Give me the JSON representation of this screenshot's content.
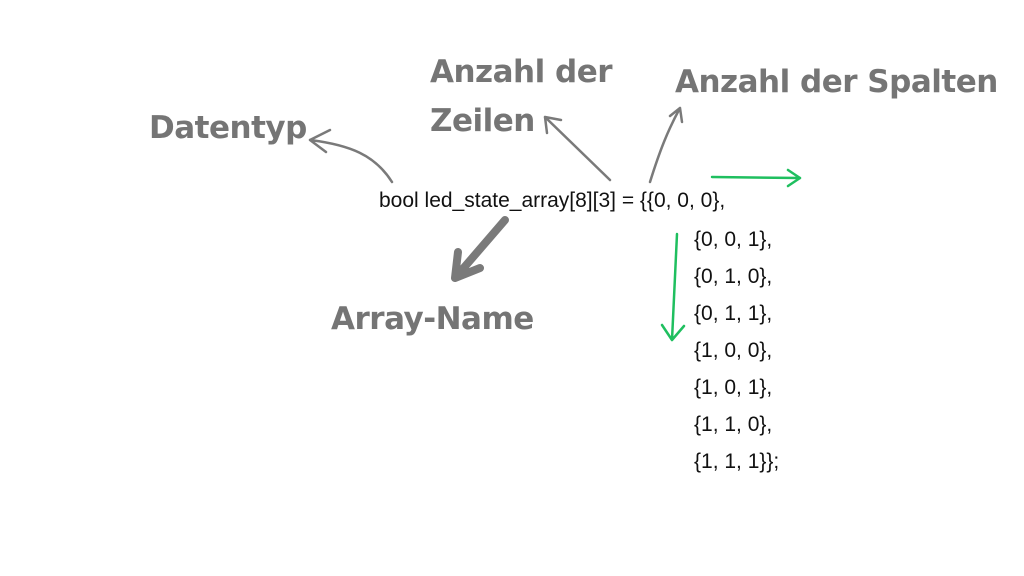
{
  "labels": {
    "datatype": "Datentyp",
    "rows_line1": "Anzahl der",
    "rows_line2": "Zeilen",
    "columns": "Anzahl der Spalten",
    "array_name": "Array-Name"
  },
  "code": {
    "declaration": "bool led_state_array[8][3] = {{0, 0, 0},",
    "rows": [
      "{0, 0, 1},",
      "{0, 1, 0},",
      "{0, 1, 1},",
      "{1, 0, 0},",
      "{1, 0, 1},",
      "{1, 1, 0},",
      "{1, 1, 1}};"
    ]
  },
  "colors": {
    "label": "#757575",
    "annotation_arrow": "#7a7a7a",
    "index_arrow": "#1fbf5f"
  }
}
